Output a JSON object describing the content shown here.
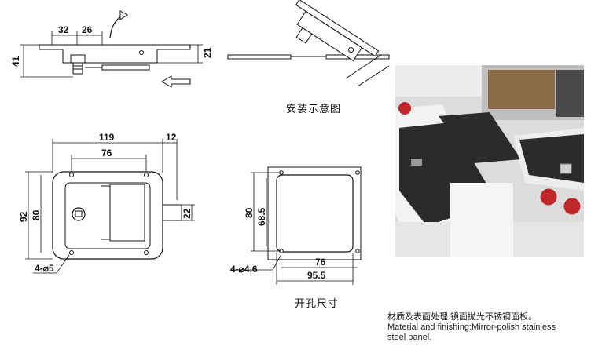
{
  "side_view": {
    "dims": [
      "32",
      "26",
      "41",
      "21"
    ]
  },
  "install": {
    "caption": "安装示意图"
  },
  "front_view": {
    "dims": [
      "119",
      "12",
      "76",
      "92",
      "80",
      "22",
      "4-⌀5"
    ]
  },
  "cutout": {
    "caption": "开孔尺寸",
    "dims": [
      "80",
      "68.5",
      "4-⌀4.6",
      "76",
      "95.5"
    ]
  },
  "material": {
    "zh": "材质及表面处理:镜面抛光不锈钢面板。",
    "en1": "Material and finishing:Mirror-polish stainless",
    "en2": "steel panel."
  },
  "colors": {
    "line": "#111111",
    "panel": "#ffffff",
    "mat": "#2b2b2b",
    "van": "#e9e9e9",
    "light": "#c0262a"
  }
}
